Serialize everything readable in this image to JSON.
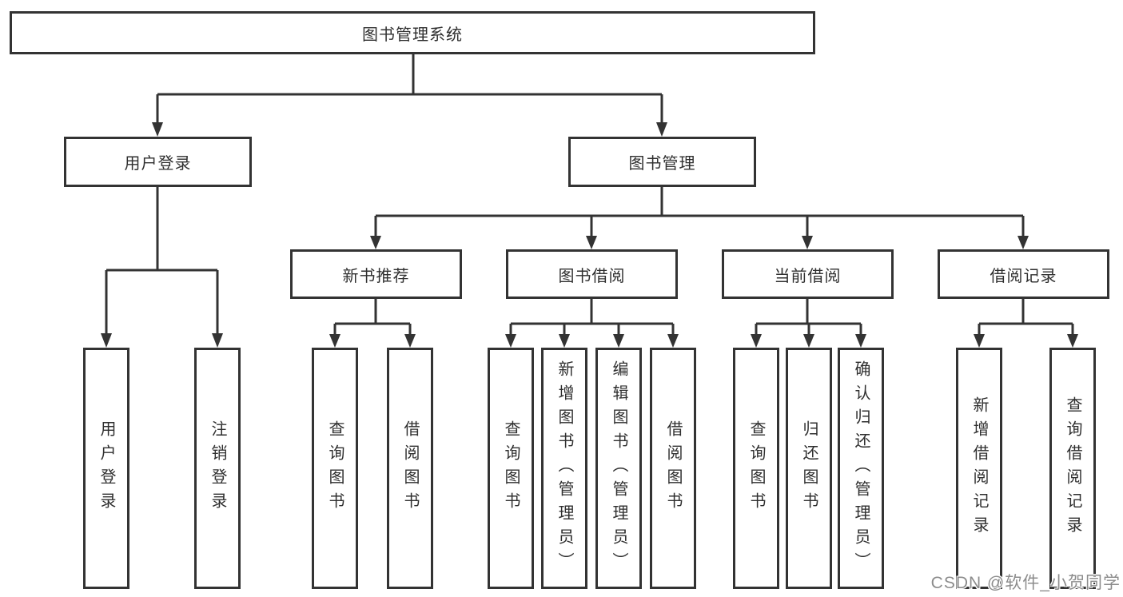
{
  "diagram": {
    "root": {
      "label": "图书管理系统"
    },
    "level2": [
      {
        "label": "用户登录"
      },
      {
        "label": "图书管理"
      }
    ],
    "user_children": [
      {
        "label": "用户登录"
      },
      {
        "label": "注销登录"
      }
    ],
    "modules": [
      {
        "label": "新书推荐"
      },
      {
        "label": "图书借阅"
      },
      {
        "label": "当前借阅"
      },
      {
        "label": "借阅记录"
      }
    ],
    "leaves": {
      "new_book": [
        {
          "label": "查询图书"
        },
        {
          "label": "借阅图书"
        }
      ],
      "borrow": [
        {
          "label": "查询图书"
        },
        {
          "label": "新增图书（管理员）"
        },
        {
          "label": "编辑图书（管理员）"
        },
        {
          "label": "借阅图书"
        }
      ],
      "current": [
        {
          "label": "查询图书"
        },
        {
          "label": "归还图书"
        },
        {
          "label": "确认归还（管理员）"
        }
      ],
      "records": [
        {
          "label": "新增借阅记录"
        },
        {
          "label": "查询借阅记录"
        }
      ]
    }
  },
  "watermark": {
    "text": "CSDN @软件_小贺同学"
  },
  "colors": {
    "line": "#333333",
    "text": "#2f2f2f",
    "background": "#ffffff",
    "watermark": "#8c8c8c"
  }
}
